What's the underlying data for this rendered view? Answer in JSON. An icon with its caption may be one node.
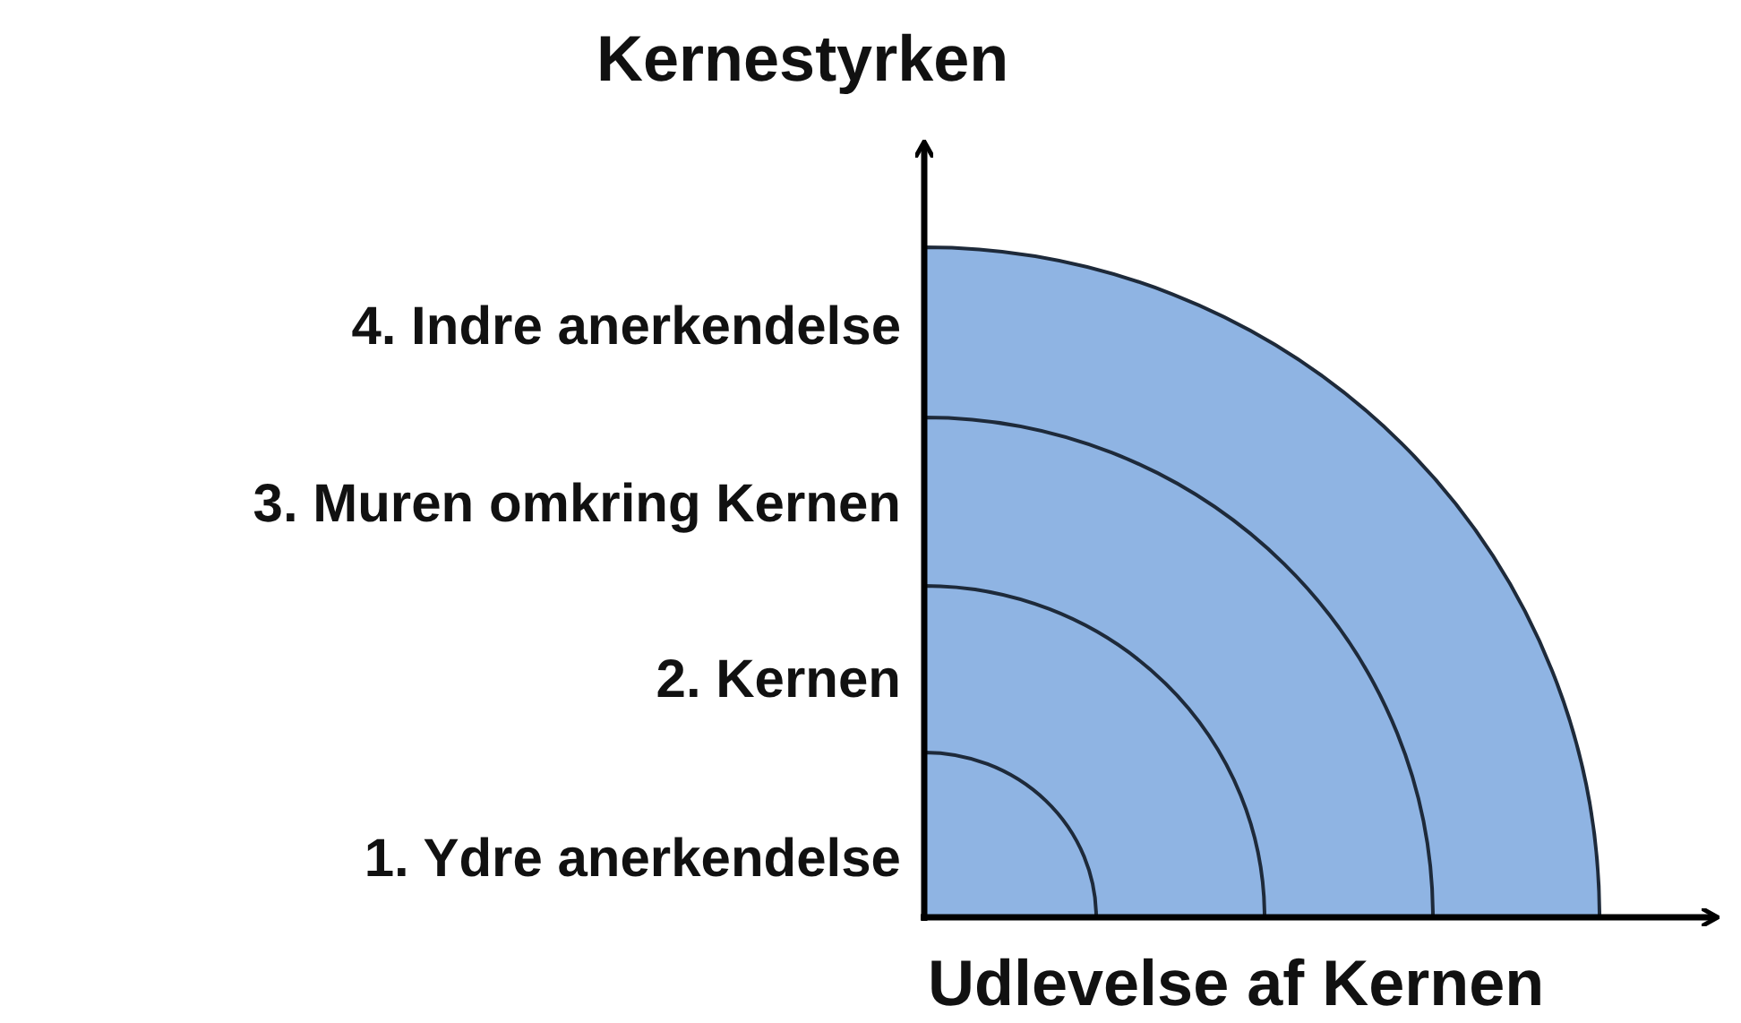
{
  "diagram": {
    "nodes": [
      {
        "text": [],
        "shape": "arc",
        "beside": [
          "1. Ydre anerkendelse"
        ],
        "in": 1
      },
      {
        "text": [],
        "shape": "arc",
        "beside": [
          "2. Kernen"
        ],
        "in": 2
      },
      {
        "text": [],
        "shape": "arc",
        "beside": [
          "3. Muren omkring Kernen"
        ],
        "in": 3
      },
      {
        "text": [],
        "shape": "arc",
        "beside": [
          "4. Indre anerkendelse"
        ]
      }
    ],
    "labels": [
      "Kernestyrken",
      "Udlevelse af Kernen"
    ]
  }
}
